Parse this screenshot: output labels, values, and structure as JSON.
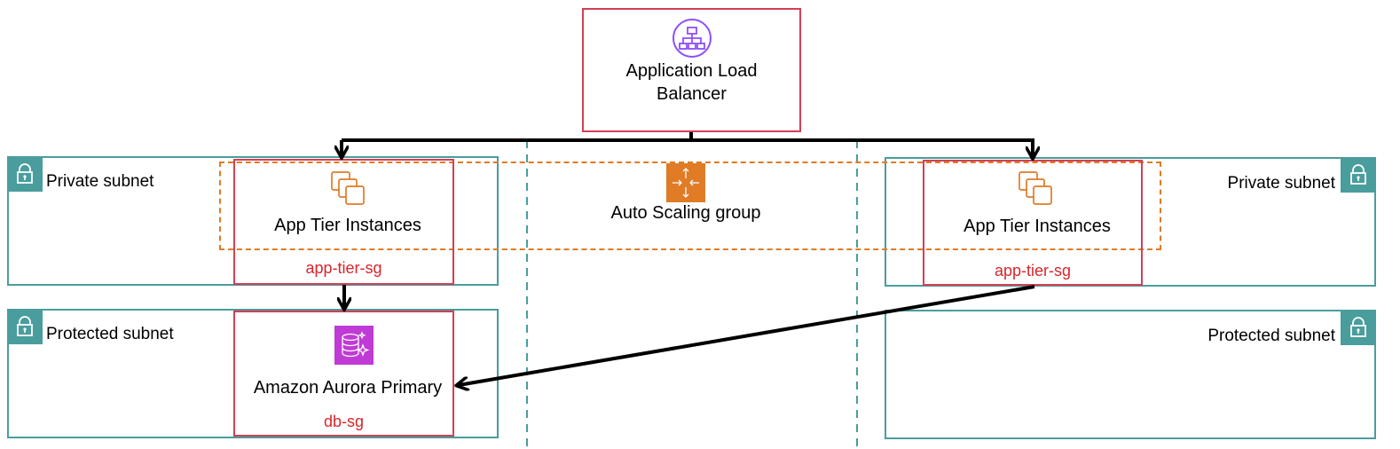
{
  "load_balancer": {
    "label": "Application Load Balancer",
    "label_line1": "Application Load",
    "label_line2": "Balancer"
  },
  "subnets": {
    "private_left": "Private subnet",
    "protected_left": "Protected subnet",
    "private_right": "Private subnet",
    "protected_right": "Protected subnet"
  },
  "app_tier_left": {
    "label": "App Tier Instances",
    "sg": "app-tier-sg"
  },
  "app_tier_right": {
    "label": "App Tier Instances",
    "sg": "app-tier-sg"
  },
  "database": {
    "label": "Amazon Aurora Primary",
    "sg": "db-sg"
  },
  "auto_scaling": {
    "label": "Auto Scaling group"
  },
  "colors": {
    "subnet_border": "#4a9d9d",
    "security_group_border": "#d43f55",
    "security_group_text": "#d9262b",
    "auto_scaling_dash": "#e07b26",
    "load_balancer_icon": "#8c4fff",
    "aurora_icon_bg": "#c03ad6",
    "ec2_icon": "#e07b26"
  },
  "icons": {
    "load_balancer": "elb-icon",
    "app_tier": "ec2-instances-icon",
    "auto_scaling": "auto-scaling-icon",
    "database": "aurora-icon",
    "subnet": "padlock-icon"
  }
}
